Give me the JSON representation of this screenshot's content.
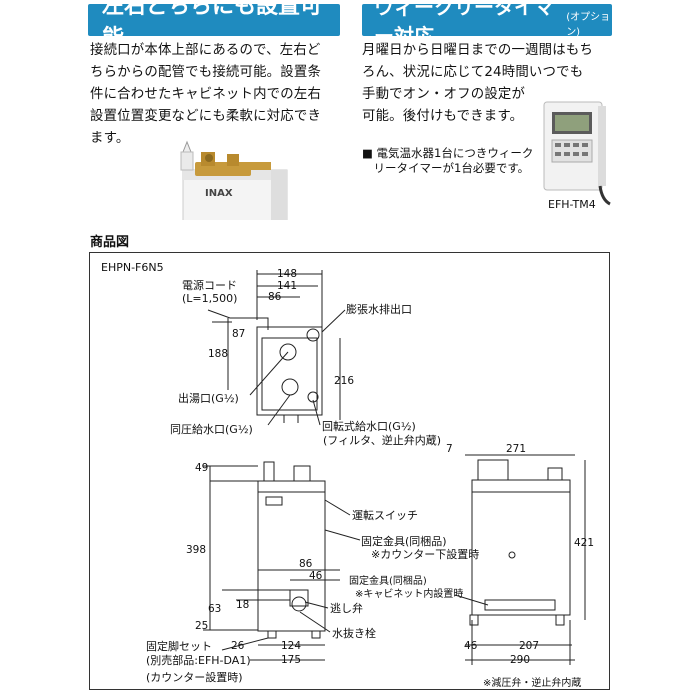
{
  "section1": {
    "heading": "左右どちらにも設置可能",
    "lines": [
      "接続口が本体上部にあるので、左右ど",
      "ちらからの配管でも接続可能。設置条",
      "件に合わせたキャビネット内での左右",
      "設置位置変更などにも柔軟に対応でき",
      "ます。"
    ],
    "brand": "INAX"
  },
  "section2": {
    "heading": "ウィークリータイマー対応",
    "heading_note": "(オプション)",
    "lines": [
      "月曜日から日曜日までの一週間はもち",
      "ろん、状況に応じて24時間いつでも",
      "手動でオン・オフの設定が",
      "可能。後付けもできます。"
    ],
    "note_lines": [
      "■ 電気温水器1台につきウィーク",
      "　リータイマーが1台必要です。"
    ],
    "product_code": "EFH-TM4"
  },
  "diagram": {
    "title": "商品図",
    "model": "EHPN-F6N5",
    "labels": {
      "power_cord": "電源コード",
      "cord_length": "(L=1,500)",
      "expansion": "膨張水排出口",
      "hot_out": "出湯口(G½)",
      "same_press": "同圧給水口(G½)",
      "rotary": "回転式給水口(G½)",
      "rotary_note": "(フィルタ、逆止弁内蔵)",
      "switch": "運転スイッチ",
      "bracket1": "固定金具(同梱品)",
      "bracket1_note": "※カウンター下設置時",
      "bracket2": "固定金具(同梱品)",
      "bracket2_note": "※キャビネット内設置時",
      "relief": "逃し弁",
      "drain": "水抜き栓",
      "legset": "固定脚セット",
      "legset_part": "(別売部品:EFH-DA1)",
      "legset_note": "(カウンター設置時)",
      "valve_note": "※減圧弁・逆止弁内蔵"
    },
    "dims": {
      "d148": "148",
      "d141": "141",
      "d86a": "86",
      "d87": "87",
      "d188": "188",
      "d216": "216",
      "d271": "271",
      "d7": "7",
      "d49": "49",
      "d398": "398",
      "d421": "421",
      "d86b": "86",
      "d46a": "46",
      "d63": "63",
      "d18": "18",
      "d25": "25",
      "d26": "26",
      "d124": "124",
      "d175": "175",
      "d46b": "46",
      "d207": "207",
      "d290": "290"
    }
  }
}
